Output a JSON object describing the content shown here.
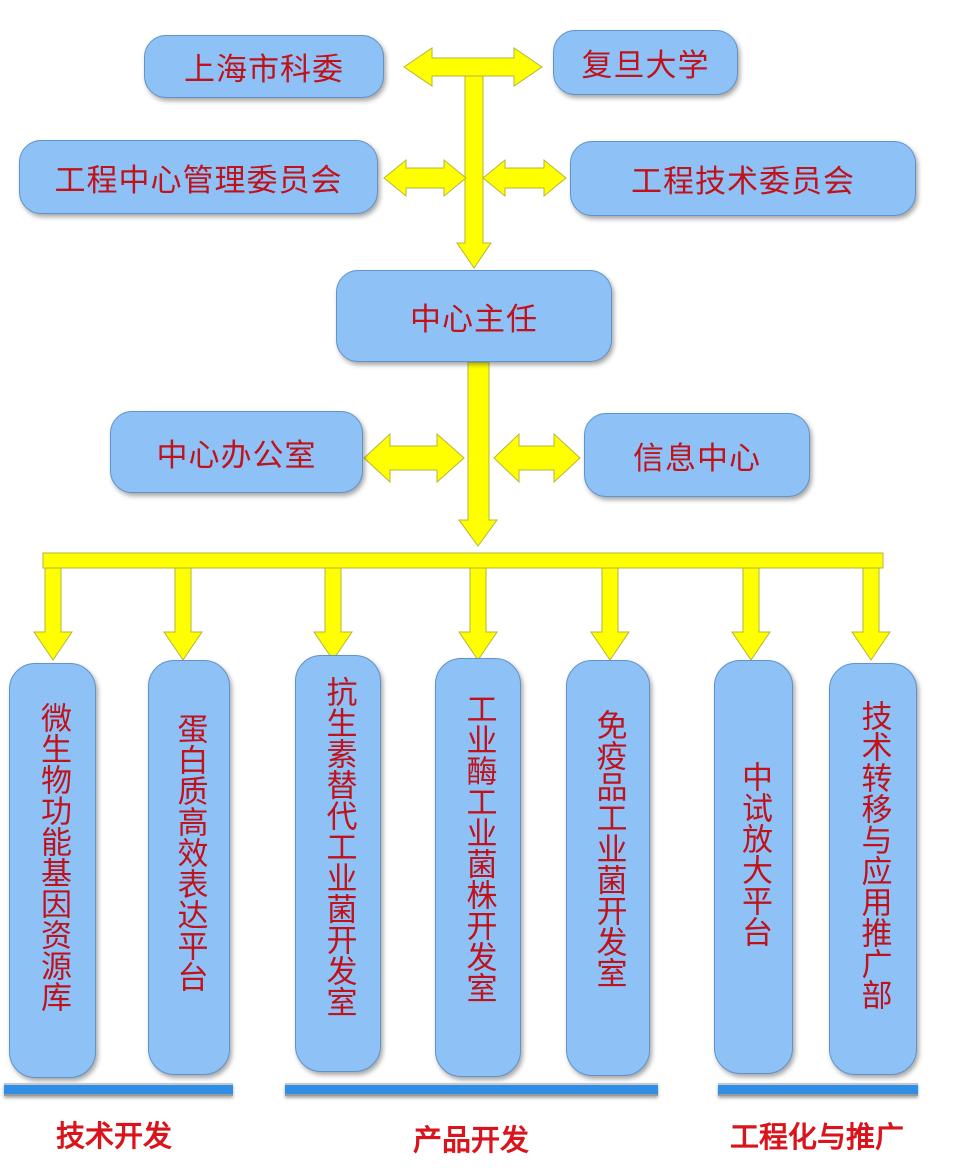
{
  "boxes": {
    "shanghai_commission": "上海市科委",
    "fudan_university": "复旦大学",
    "management_committee": "工程中心管理委员会",
    "technical_committee": "工程技术委员会",
    "center_director": "中心主任",
    "center_office": "中心办公室",
    "information_center": "信息中心"
  },
  "departments": [
    "微生物功能基因资源库",
    "蛋白质高效表达平台",
    "抗生素替代工业菌开发室",
    "工业酶工业菌株开发室",
    "免疫品工业菌开发室",
    "中试放大平台",
    "技术转移与应用推广部"
  ],
  "groups": {
    "tech_development": "技术开发",
    "product_development": "产品开发",
    "engineering_promotion": "工程化与推广"
  },
  "colors": {
    "box_fill": "#8ec2f6",
    "text": "#c0121b",
    "arrow_fill": "#ffff00",
    "group_bar": "#2f8fe6"
  }
}
